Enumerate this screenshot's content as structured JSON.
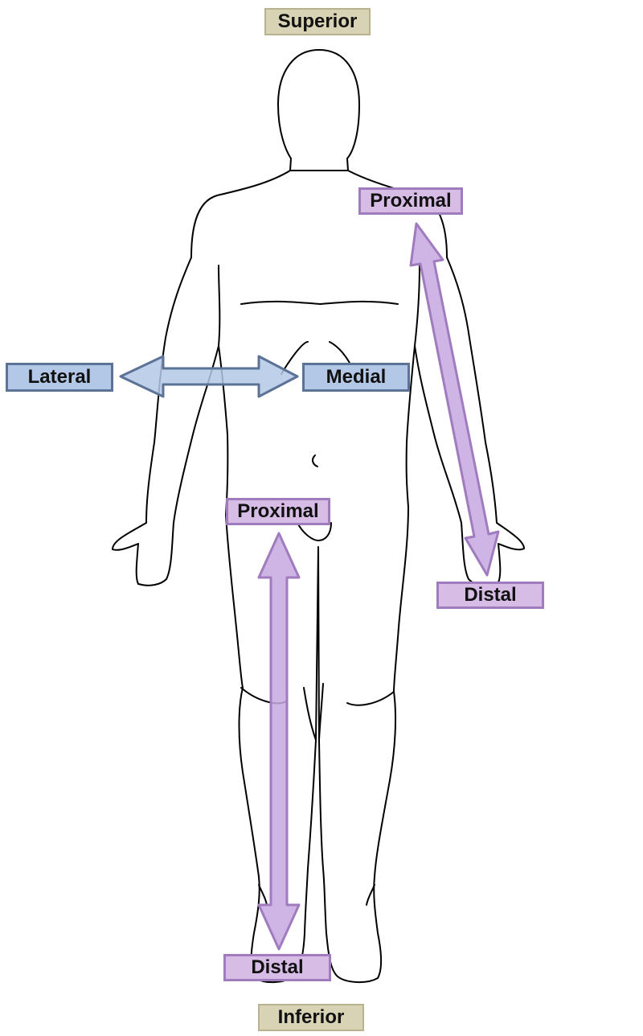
{
  "labels": {
    "superior": "Superior",
    "inferior": "Inferior",
    "lateral": "Lateral",
    "medial": "Medial",
    "arm_proximal": "Proximal",
    "arm_distal": "Distal",
    "leg_proximal": "Proximal",
    "leg_distal": "Distal"
  },
  "colors": {
    "tan_fill": "#d8d3b5",
    "blue_fill": "#b3c8e6",
    "blue_stroke": "#5c7397",
    "purple_fill": "#c7a8e0",
    "purple_stroke": "#a07cbf",
    "outline": "#000000"
  }
}
